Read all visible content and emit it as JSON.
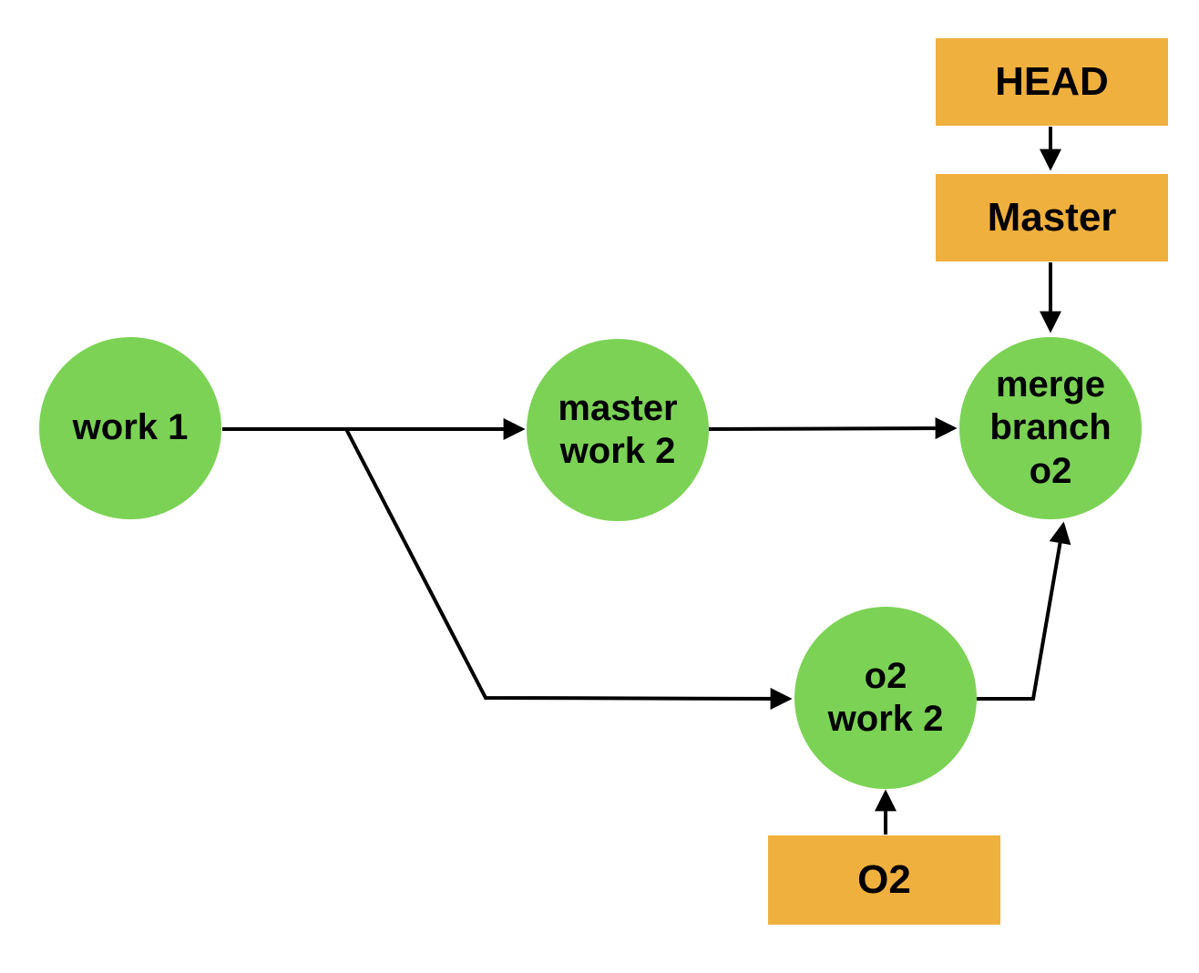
{
  "diagram": {
    "type": "git-branch-merge-diagram",
    "colors": {
      "commit_node_green": "#7CD255",
      "pointer_box_orange": "#F0B03D",
      "edge_line": "#000000",
      "text": "#000000",
      "background": "#FFFFFF"
    },
    "nodes": {
      "work1": {
        "line1": "work 1"
      },
      "master_work2": {
        "line1": "master",
        "line2": "work 2"
      },
      "merge_branch_o2": {
        "line1": "merge",
        "line2": "branch",
        "line3": "o2"
      },
      "o2_work2": {
        "line1": "o2",
        "line2": "work 2"
      }
    },
    "pointers": {
      "head": {
        "label": "HEAD"
      },
      "master": {
        "label": "Master"
      },
      "o2": {
        "label": "O2"
      }
    },
    "edges": [
      {
        "from": "work 1",
        "to": "master work 2",
        "arrow": true
      },
      {
        "from": "master work 2",
        "to": "merge branch o2",
        "arrow": true
      },
      {
        "from": "work 1",
        "to": "o2 work 2",
        "arrow": true
      },
      {
        "from": "o2 work 2",
        "to": "merge branch o2",
        "arrow": true
      },
      {
        "from": "HEAD",
        "to": "Master",
        "arrow": true
      },
      {
        "from": "Master",
        "to": "merge branch o2",
        "arrow": true
      },
      {
        "from": "O2",
        "to": "o2 work 2",
        "arrow": true
      }
    ]
  }
}
